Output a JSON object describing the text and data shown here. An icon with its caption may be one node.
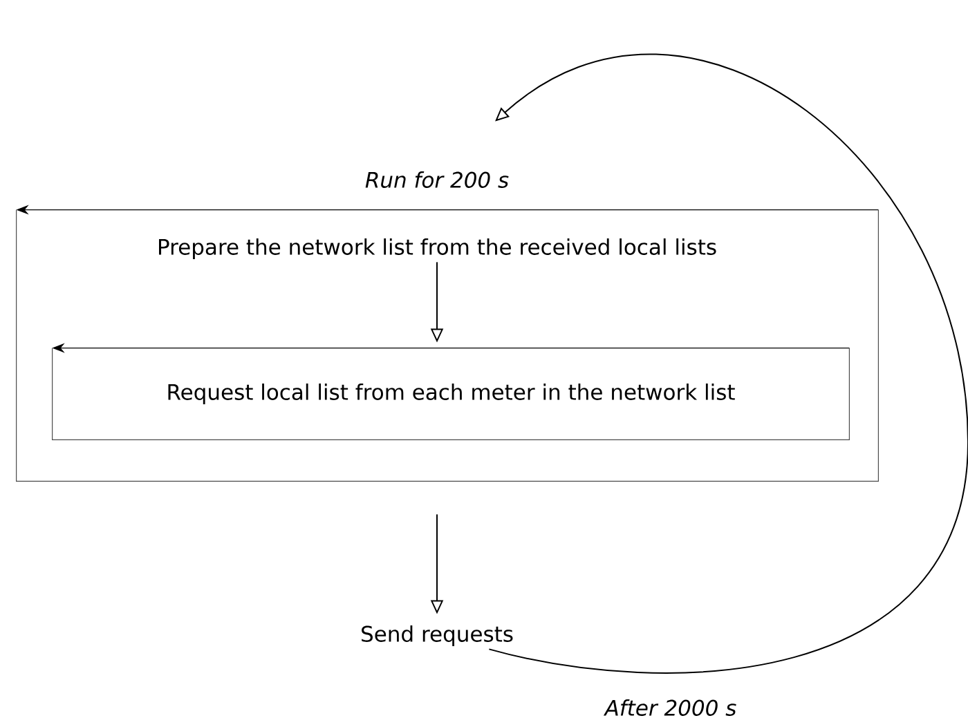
{
  "diagram": {
    "nodes": [
      {
        "text": [
          "Run for 200 s"
        ]
      },
      {
        "text": [
          "Prepare the network list from the received local lists"
        ],
        "in": 0
      },
      {
        "text": [
          "Request local list from each meter in the network list"
        ],
        "in": 0
      },
      {
        "text": [
          "Send requests"
        ]
      }
    ],
    "edges": [
      {
        "from": 1,
        "to": 2,
        "arrow": "to"
      },
      {
        "from": 0,
        "to": 3,
        "arrow": "to"
      },
      {
        "from": 3,
        "to": 0,
        "arrow": "to",
        "label": "After 2000 s"
      }
    ]
  }
}
